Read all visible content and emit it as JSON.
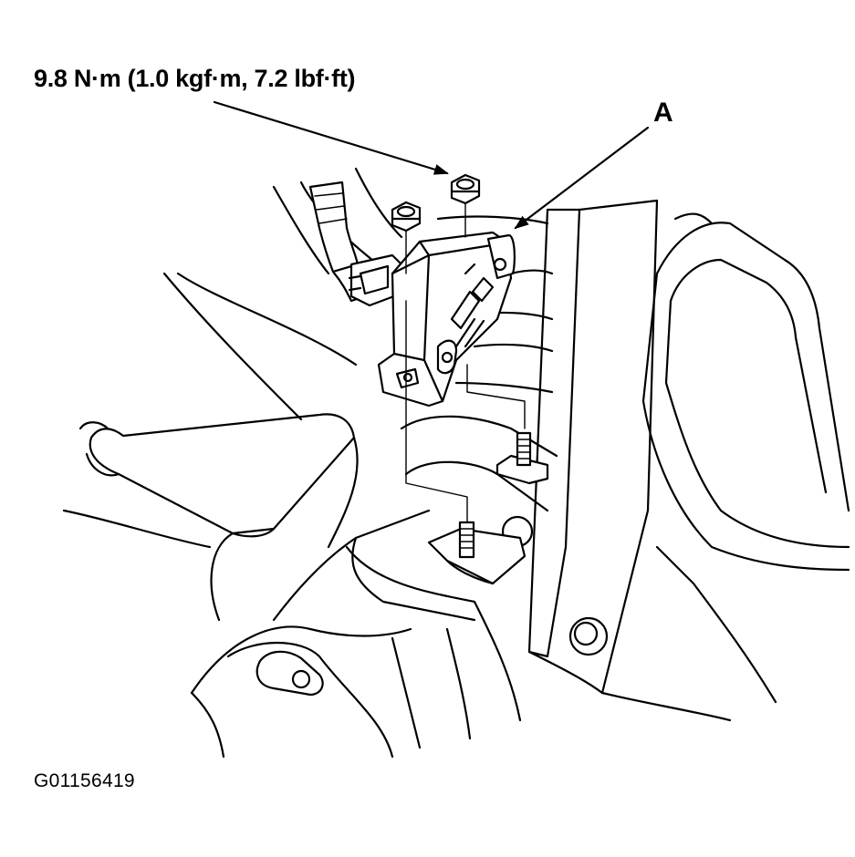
{
  "labels": {
    "torque_spec": "9.8 N·m (1.0 kgf·m, 7.2 lbf·ft)",
    "callout_a": "A",
    "figure_id": "G01156419"
  },
  "parts": {
    "component": "A",
    "fasteners": [
      "flange-nut",
      "flange-nut"
    ],
    "studs": [
      "stud-bolt",
      "stud-bolt"
    ]
  }
}
